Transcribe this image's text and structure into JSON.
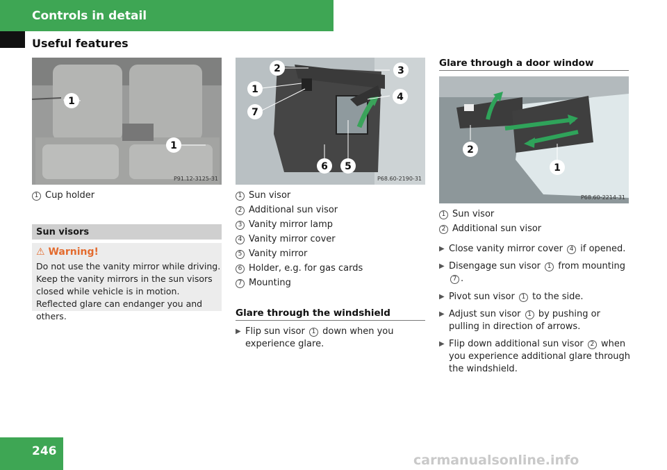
{
  "header": {
    "title": "Controls in detail",
    "subtitle": "Useful features"
  },
  "page_number": "246",
  "watermark": "carmanualsonline.info",
  "img1": {
    "code": "P91.12-3125-31",
    "callouts": [
      "1",
      "1"
    ]
  },
  "img2": {
    "code": "P68.60-2190-31",
    "callouts": [
      "2",
      "3",
      "1",
      "4",
      "7",
      "6",
      "5"
    ]
  },
  "img3": {
    "code": "P68.60-2214-31",
    "callouts": [
      "2",
      "1"
    ]
  },
  "col1": {
    "legend": [
      {
        "n": "1",
        "text": "Cup holder"
      }
    ],
    "section": "Sun visors",
    "warning_title": "Warning!",
    "warning_text": "Do not use the vanity mirror while driving. Keep the vanity mirrors in the sun visors closed while vehicle is in motion. Reflected glare can endanger you and others."
  },
  "col2": {
    "legend": [
      {
        "n": "1",
        "text": "Sun visor"
      },
      {
        "n": "2",
        "text": "Additional sun visor"
      },
      {
        "n": "3",
        "text": "Vanity mirror lamp"
      },
      {
        "n": "4",
        "text": "Vanity mirror cover"
      },
      {
        "n": "5",
        "text": "Vanity mirror"
      },
      {
        "n": "6",
        "text": "Holder, e.g. for gas cards"
      },
      {
        "n": "7",
        "text": "Mounting"
      }
    ],
    "heading": "Glare through the windshield",
    "step1_a": "Flip sun visor",
    "step1_n": "1",
    "step1_b": "down when you experience glare."
  },
  "col3": {
    "heading": "Glare through a door window",
    "legend": [
      {
        "n": "1",
        "text": "Sun visor"
      },
      {
        "n": "2",
        "text": "Additional sun visor"
      }
    ],
    "steps": [
      {
        "a": "Close vanity mirror cover",
        "n": "4",
        "b": "if opened.",
        "n2": "",
        "c": ""
      },
      {
        "a": "Disengage sun visor",
        "n": "1",
        "b": "from mounting",
        "n2": "7",
        "c": "."
      },
      {
        "a": "Pivot sun visor",
        "n": "1",
        "b": "to the side.",
        "n2": "",
        "c": ""
      },
      {
        "a": "Adjust sun visor",
        "n": "1",
        "b": "by pushing or pulling in direction of arrows.",
        "n2": "",
        "c": ""
      },
      {
        "a": "Flip down additional sun visor",
        "n": "2",
        "b": "when you experience additional glare through the windshield.",
        "n2": "",
        "c": ""
      }
    ]
  }
}
